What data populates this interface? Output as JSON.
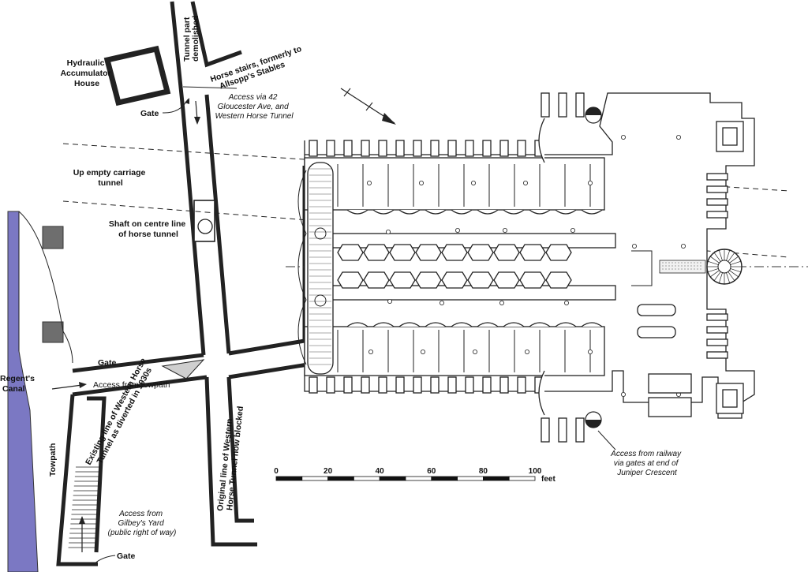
{
  "labels": {
    "tunnel_demolished": [
      "Tunnel part",
      "demolished"
    ],
    "hydraulic": [
      "Hydraulic",
      "Accumulator",
      "House"
    ],
    "horse_stairs": [
      "Horse stairs, formerly to",
      "Allsopp's Stables"
    ],
    "access_42": [
      "Access via 42",
      "Gloucester Ave, and",
      "Western Horse Tunnel"
    ],
    "gate": "Gate",
    "up_empty": [
      "Up empty carriage",
      "tunnel"
    ],
    "shaft": [
      "Shaft on centre line",
      "of horse tunnel"
    ],
    "access_towpath": "Access from towpath",
    "regents_canal": [
      "Regent's",
      "Canal"
    ],
    "towpath": "Towpath",
    "existing_line": [
      "Existing line of Western Horse",
      "Tunnel as diverted in 1930s"
    ],
    "original_line": [
      "Original line of Western",
      "Horse Tunnel now blocked"
    ],
    "access_gilbey": [
      "Access from",
      "Gilbey's Yard",
      "(public right of way)"
    ],
    "access_railway": [
      "Access from railway",
      "via gates at end of",
      "Juniper Crescent"
    ]
  },
  "scale": {
    "ticks": [
      "0",
      "20",
      "40",
      "60",
      "80",
      "100"
    ],
    "unit": "feet"
  },
  "colors": {
    "canal": "#7b78c3",
    "pier": "#6e6e6e",
    "ink": "#222222"
  }
}
